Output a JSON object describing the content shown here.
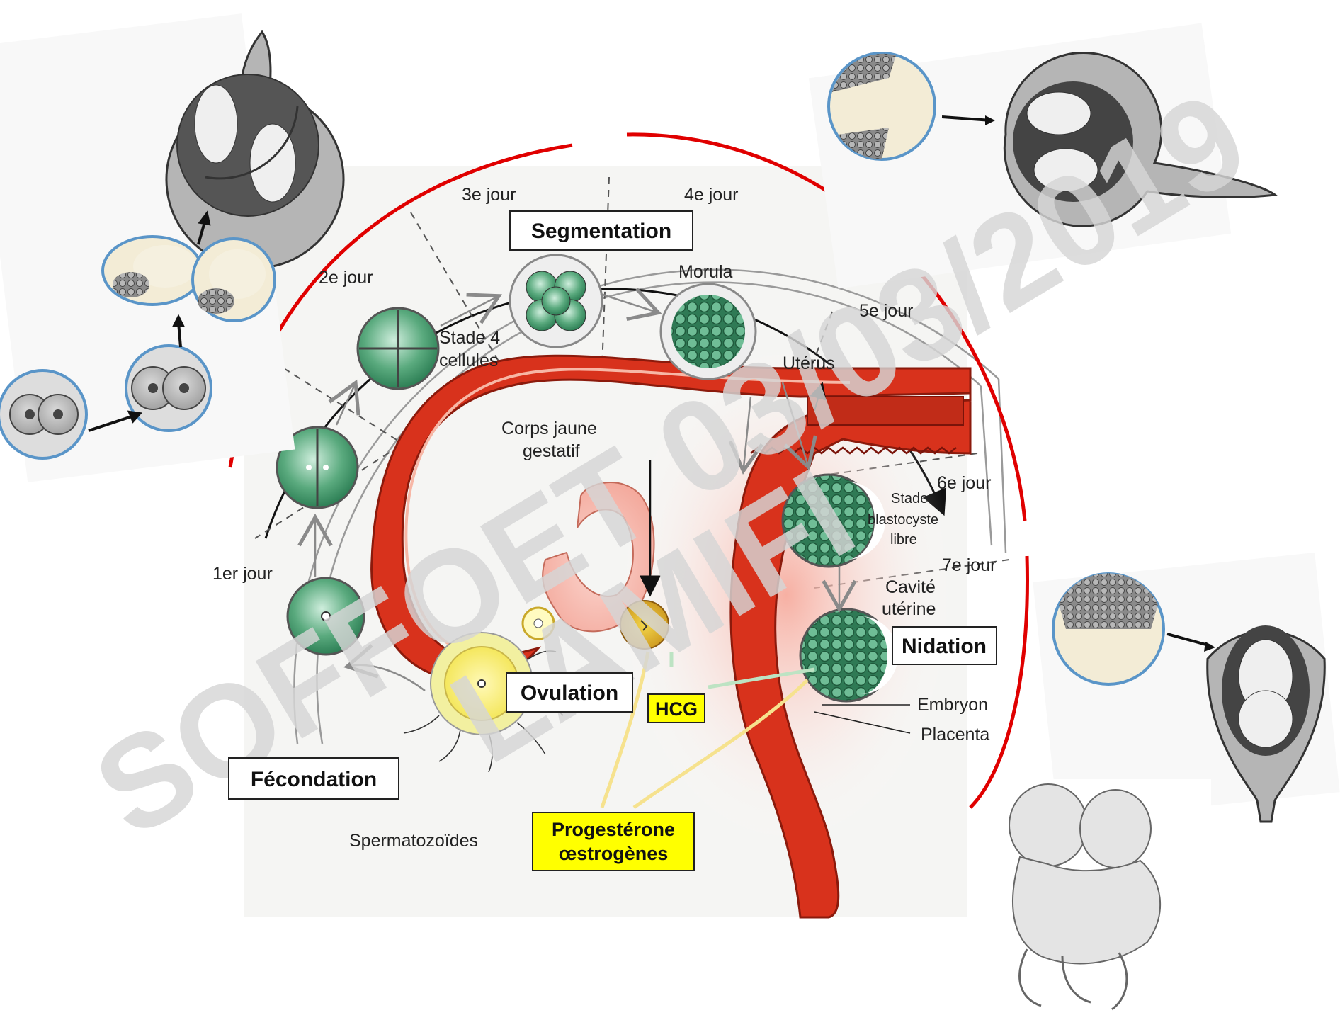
{
  "phases": {
    "segmentation": "Segmentation",
    "fecondation": "Fécondation",
    "ovulation": "Ovulation",
    "nidation": "Nidation"
  },
  "days": {
    "day1": "1er jour",
    "day2": "2e jour",
    "day3": "3e jour",
    "day4": "4e jour",
    "day5": "5e jour",
    "day6": "6e jour",
    "day7": "7e jour"
  },
  "structures": {
    "stade4_line1": "Stade 4",
    "stade4_line2": "cellules",
    "morula": "Morula",
    "uterus": "Utérus",
    "corps_jaune_line1": "Corps jaune",
    "corps_jaune_line2": "gestatif",
    "blasto_line1": "Stade",
    "blasto_line2": "blastocyste",
    "blasto_line3": "libre",
    "cavite_line1": "Cavité",
    "cavite_line2": "utérine",
    "embryon": "Embryon",
    "placenta": "Placenta",
    "spermatozoides": "Spermatozoïdes"
  },
  "hormones": {
    "hcg": "HCG",
    "progesterone": "Progestérone",
    "oestrogenes": "œstrogènes"
  },
  "watermark": {
    "line1": "SOFFOET 03/03/2019",
    "line2": "LAMIFI"
  },
  "colors": {
    "uterus_red": "#d8321c",
    "cell_green": "#3f9a6c",
    "label_yellow": "#ffff00",
    "annotation_red": "#e00000",
    "membrane_blue": "#5a95c8"
  }
}
